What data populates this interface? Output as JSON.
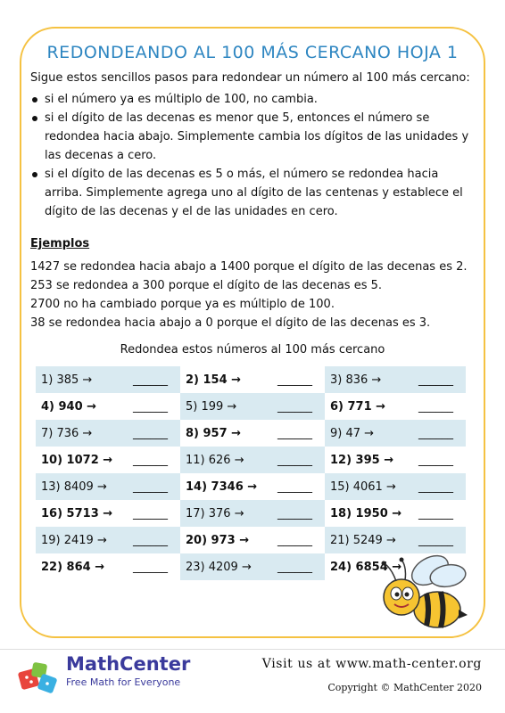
{
  "title": "REDONDEANDO AL 100 MÁS CERCANO HOJA 1",
  "intro": "Sigue estos sencillos pasos para redondear un número al 100 más cercano:",
  "rules": [
    "si el número ya es múltiplo de 100, no cambia.",
    "si el dígito de las decenas es menor que 5, entonces el número se redondea hacia abajo. Simplemente cambia los dígitos de las unidades y las decenas a cero.",
    "si el dígito de las decenas es 5 o más, el número se redondea hacia arriba. Simplemente agrega uno al dígito de las centenas y establece el dígito de las decenas y el de las unidades en cero."
  ],
  "examples_heading": "Ejemplos",
  "examples": [
    "1427 se redondea hacia abajo a 1400 porque el dígito de las decenas es 2.",
    "253 se redondea a 300 porque el dígito de las decenas es 5.",
    "2700 no ha cambiado porque ya es múltiplo de 100.",
    "38 se redondea hacia abajo a 0 porque el dígito de las decenas es 3."
  ],
  "exercise_heading": "Redondea estos números al 100 más cercano",
  "blank": "______",
  "problems": [
    [
      "1) 385  →",
      "2) 154  →",
      "3) 836  →"
    ],
    [
      "4) 940  →",
      "5) 199  →",
      "6) 771  →"
    ],
    [
      "7) 736  →",
      "8) 957  →",
      "9) 47  →"
    ],
    [
      "10) 1072 →",
      "11) 626  →",
      "12) 395  →"
    ],
    [
      "13) 8409 →",
      "14) 7346 →",
      "15) 4061 →"
    ],
    [
      "16) 5713 →",
      "17) 376  →",
      "18) 1950 →"
    ],
    [
      "19) 2419 →",
      "20) 973  →",
      "21) 5249 →"
    ],
    [
      "22) 864  →",
      "23) 4209 →",
      "24) 6854 →"
    ]
  ],
  "footer": {
    "brand": "MathCenter",
    "tagline": "Free Math for Everyone",
    "visit": "Visit us at www.math-center.org",
    "copyright": "Copyright © MathCenter 2020"
  },
  "colors": {
    "title": "#2e86c1",
    "frame": "#f5c242",
    "shade": "#d9eaf1",
    "brand": "#3a3a9c"
  }
}
